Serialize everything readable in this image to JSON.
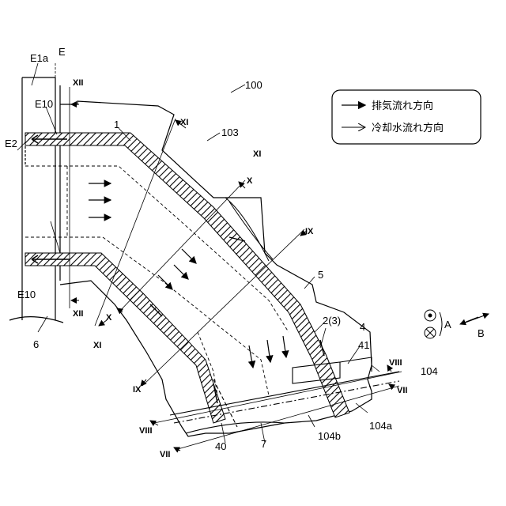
{
  "legend": {
    "exhaust_flow": "排気流れ方向",
    "coolant_flow": "冷却水流れ方向"
  },
  "labels": {
    "e1a": "E1a",
    "e": "E",
    "e10_top": "E10",
    "e2": "E2",
    "e10_bottom": "E10",
    "n100": "100",
    "n103": "103",
    "n1": "1",
    "n5": "5",
    "n2_3": "2(3)",
    "n4": "4",
    "n41": "41",
    "n104": "104",
    "n104a": "104a",
    "n104b": "104b",
    "n6": "6",
    "n7": "7",
    "n40": "40",
    "a": "A",
    "b": "B"
  },
  "section_marks": {
    "xii_top": "XII",
    "xii_bottom": "XII",
    "xi_top": "XI",
    "xi_mid": "XI",
    "xi_bottom": "XI",
    "x_top": "X",
    "x_bottom": "X",
    "ix_top": "IX",
    "ix_bottom": "IX",
    "viii_right": "VIII",
    "viii_left": "VIII",
    "vii_right": "VII",
    "vii_left": "VII"
  }
}
